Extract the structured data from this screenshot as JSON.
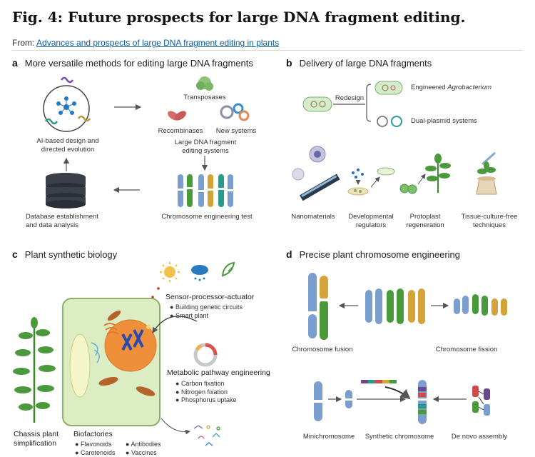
{
  "figure": {
    "title": "Fig. 4: Future prospects for large DNA fragment editing.",
    "from_prefix": "From:",
    "from_link": "Advances and prospects of large DNA fragment editing in plants"
  },
  "panel_a": {
    "letter": "a",
    "title": "More versatile methods for editing large DNA fragments",
    "ai_label": [
      "AI-based design and",
      "directed evolution"
    ],
    "transposases": "Transposases",
    "recombinases": "Recombinases",
    "new_systems": "New systems",
    "systems_label": [
      "Large DNA fragment",
      "editing systems"
    ],
    "database_label": [
      "Database establishment",
      "and data analysis"
    ],
    "chromosome_test": "Chromosome engineering test"
  },
  "panel_b": {
    "letter": "b",
    "title": "Delivery of large DNA fragments",
    "redesign": "Redesign",
    "agro_prefix": "Engineered ",
    "agro_italic": "Agrobacterium",
    "dual_plasmid": "Dual-plasmid systems",
    "nanomaterials": "Nanomaterials",
    "dev_regulators": [
      "Developmental",
      "regulators"
    ],
    "protoplast": [
      "Protoplast",
      "regeneration"
    ],
    "tissue_free": [
      "Tissue-culture-free",
      "techniques"
    ]
  },
  "panel_c": {
    "letter": "c",
    "title": "Plant synthetic biology",
    "sensor_title": "Sensor-processor-actuator",
    "sensor_items": [
      "Building genetic circuits",
      "Smart plant"
    ],
    "metabolic_title": "Metabolic pathway engineering",
    "metabolic_items": [
      "Carbon fixation",
      "Nitrogen fixation",
      "Phosphorus uptake"
    ],
    "chassis": [
      "Chassis plant",
      "simplification"
    ],
    "biofactories": "Biofactories",
    "bio_items_col1": [
      "Flavonoids",
      "Carotenoids"
    ],
    "bio_items_col2": [
      "Antibodies",
      "Vaccines"
    ]
  },
  "panel_d": {
    "letter": "d",
    "title": "Precise plant chromosome engineering",
    "fusion": "Chromosome fusion",
    "fission": "Chromosome fission",
    "minichromosome": "Minichromosome",
    "synthetic": "Synthetic chromosome",
    "de_novo": "De novo assembly"
  },
  "colors": {
    "blue": "#7a9fcf",
    "green": "#4a9a3c",
    "gold": "#d4a43a",
    "teal": "#2a9a8a",
    "cell_fill": "#dcedc4",
    "nucleus": "#ef8f3a",
    "link": "#0b5aa0"
  }
}
